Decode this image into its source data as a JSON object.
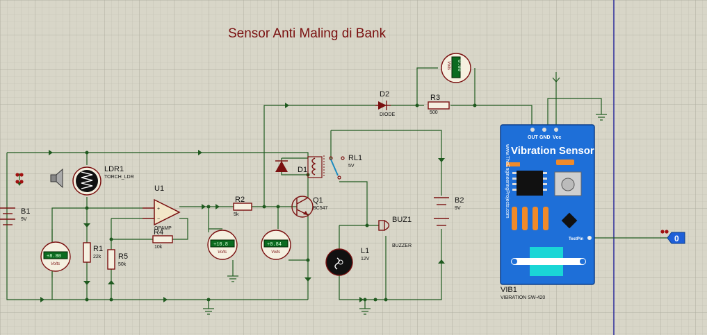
{
  "title": "Sensor Anti Maling di Bank",
  "components": {
    "ldr": {
      "ref": "LDR1",
      "value": "TORCH_LDR"
    },
    "opamp": {
      "ref": "U1",
      "value": "OPAMP"
    },
    "r1": {
      "ref": "R1",
      "value": "22k"
    },
    "r2": {
      "ref": "R2",
      "value": "5k"
    },
    "r3": {
      "ref": "R3",
      "value": "500"
    },
    "r4": {
      "ref": "R4",
      "value": "10k"
    },
    "r5": {
      "ref": "R5",
      "value": "50k"
    },
    "b1": {
      "ref": "B1",
      "value": "9V"
    },
    "b2": {
      "ref": "B2",
      "value": "9V"
    },
    "d1": {
      "ref": "D1",
      "value": ""
    },
    "d2": {
      "ref": "D2",
      "value": "DIODE"
    },
    "q1": {
      "ref": "Q1",
      "value": "BC547"
    },
    "rl1": {
      "ref": "RL1",
      "value": "5V"
    },
    "buz1": {
      "ref": "BUZ1",
      "value": "BUZZER"
    },
    "l1": {
      "ref": "L1",
      "value": "12V"
    },
    "vib1": {
      "ref": "VIB1",
      "value": "VIBRATION SW-420"
    }
  },
  "meters": [
    {
      "value": "+8.80",
      "unit": "Volts"
    },
    {
      "value": "+10.8",
      "unit": "Volts"
    },
    {
      "value": "+0.84",
      "unit": "Volts"
    },
    {
      "value": "0.00",
      "unit": "Volts"
    }
  ],
  "sensor_module": {
    "title": "Vibration Sensor",
    "site": "www.TheEngineeringProjects.com",
    "pins": [
      "OUT",
      "GND",
      "Vcc"
    ],
    "test_pin": "TestPin"
  },
  "logic_probe": "0",
  "colors": {
    "board": "#1e6fd8",
    "wire": "#1f5a1f",
    "component": "#7a1010",
    "title": "#7a1010"
  }
}
